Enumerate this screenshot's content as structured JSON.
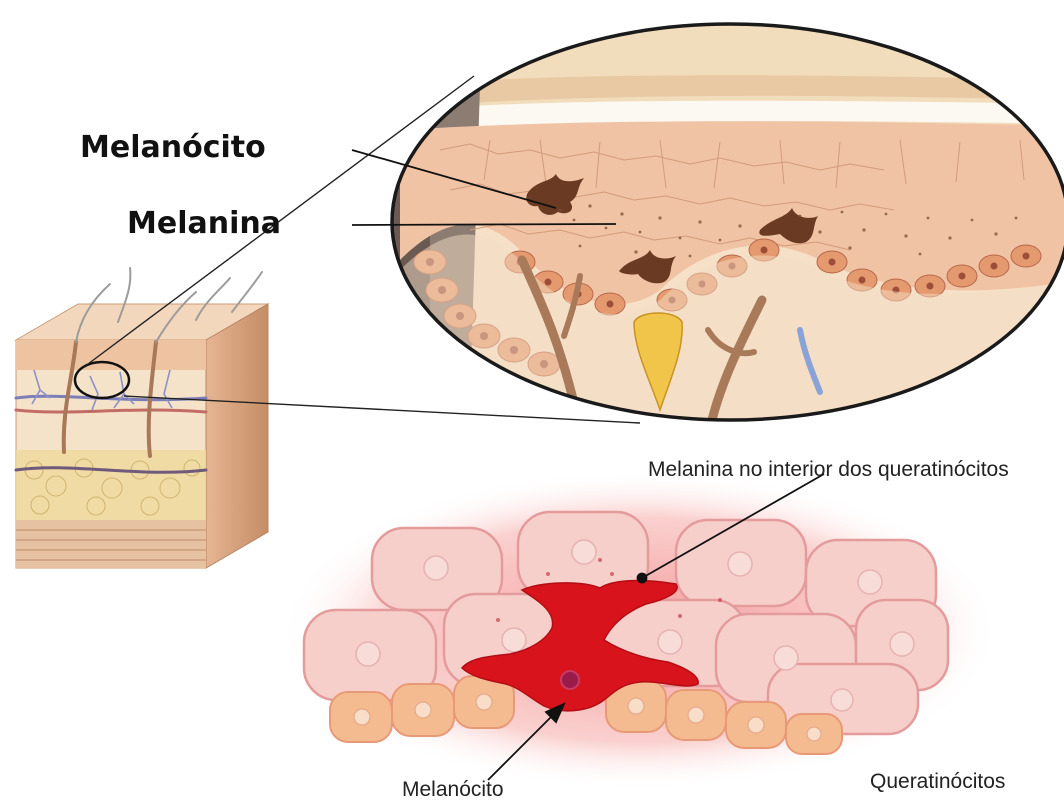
{
  "labels": {
    "melanocito_top": "Melanócito",
    "melanina_top": "Melanina",
    "melanina_interior": "Melanina no interior dos queratinócitos",
    "melanocito_bottom": "Melanócito",
    "queratinocitos": "Queratinócitos"
  },
  "colors": {
    "skin": "#f1cfb3",
    "skin_dark": "#d9a884",
    "dermis": "#f3dcc3",
    "melanin": "#6a3a22",
    "cell_pink": "#f4c6c2",
    "cell_border": "#e0888a",
    "melanocyte_red": "#d8141f",
    "basal_orange": "#f3b68a",
    "hair_brown": "#a06a4c",
    "follicle_yellow": "#f1c54a",
    "vessel_blue": "#8aa3d6"
  }
}
